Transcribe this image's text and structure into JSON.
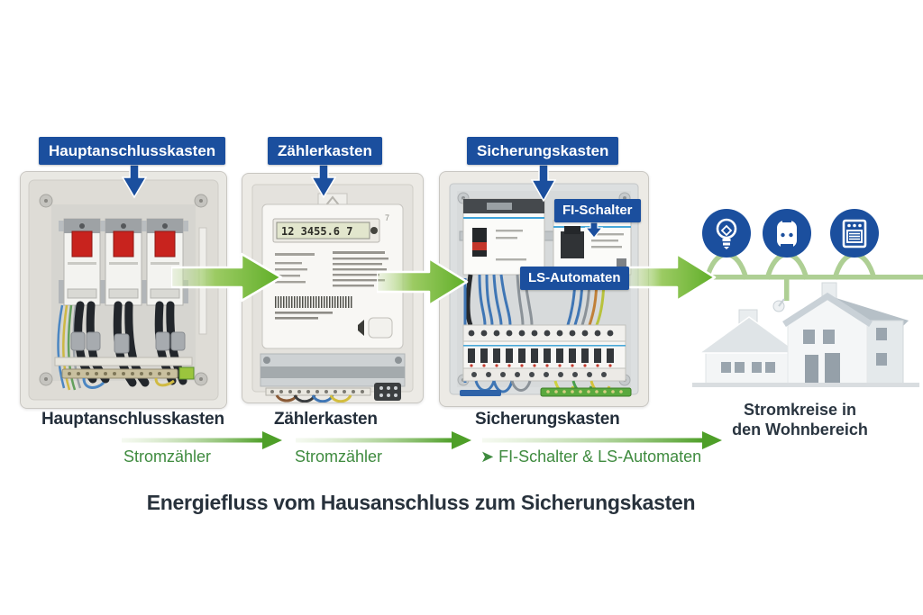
{
  "top_labels": {
    "hauptanschlusskasten": "Hauptanschlusskasten",
    "zaehlerkasten": "Zählerkasten",
    "sicherungskasten": "Sicherungskasten",
    "fi_schalter": "FI-Schalter",
    "ls_automaten": "LS-Automaten"
  },
  "meter": {
    "display_value": "12 3455.6 7",
    "dial_mark": "7"
  },
  "flow_row": {
    "steps": [
      {
        "title": "Hauptanschlusskasten",
        "sub": "Stromzähler"
      },
      {
        "title": "Zählerkasten",
        "sub": "Stromzähler"
      },
      {
        "title": "Sicherungskasten",
        "sub": "➤ FI-Schalter & LS-Automaten"
      }
    ],
    "destination": {
      "line1": "Stromkreise in",
      "line2": "den Wohnbereich"
    }
  },
  "caption": "Energiefluss vom Hausanschluss zum Sicherungskasten",
  "consumer_icons": [
    {
      "name": "light-bulb-icon"
    },
    {
      "name": "power-socket-icon"
    },
    {
      "name": "stove-icon"
    }
  ],
  "colors": {
    "label_blue": "#1b4f9e",
    "flow_green": "#63b02c",
    "line_green": "#aecf94",
    "text_green": "#3f8b3f",
    "text_dark": "#28323c"
  }
}
